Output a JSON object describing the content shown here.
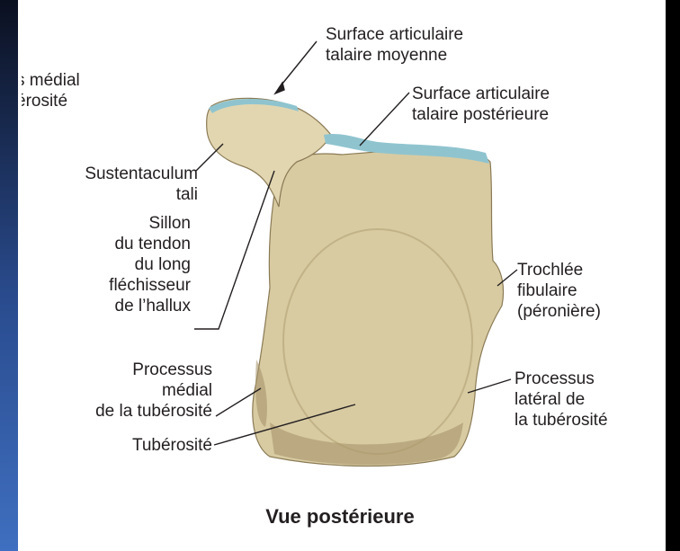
{
  "colors": {
    "bone": "#d8cba2",
    "bone_shadow": "#a9956a",
    "cartilage": "#8fc4cf",
    "leader": "#231f20",
    "panel": "#ffffff",
    "slide_edge": "#2a4c8f"
  },
  "labels": {
    "surface_moyenne": "Surface articulaire\ntalaire moyenne",
    "medial_cut": "s médial\nérosité",
    "surface_posterieure": "Surface articulaire\ntalaire postérieure",
    "sustentaculum": "Sustentaculum\ntali",
    "sillon": "Sillon\ndu tendon\ndu long\nfléchisseur\nde l’hallux",
    "trochlee": "Trochlée\nfibulaire\n(péronière)",
    "processus_medial": "Processus\nmédial\nde la tubérosité",
    "processus_lateral": "Processus\nlatéral de\nla tubérosité",
    "tuberosite": "Tubérosité"
  },
  "caption": "Vue postérieure"
}
